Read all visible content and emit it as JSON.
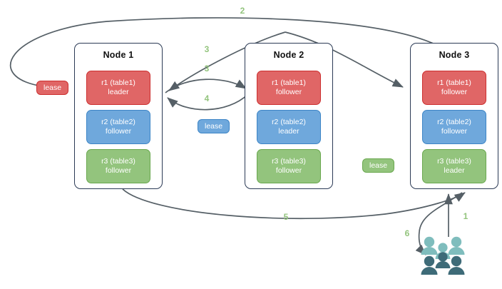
{
  "diagram": {
    "title": "Distributed database nodes with range leases and client request flow",
    "colors": {
      "accent_red": "#e06666",
      "accent_blue": "#6fa8dc",
      "accent_green": "#93c47d",
      "node_border": "#2b3a55",
      "arrow": "#555f66",
      "step_label": "#93c47d",
      "users_light": "#7fbdbd",
      "users_dark": "#3e6b78"
    },
    "nodes": [
      {
        "name": "node-1",
        "title": "Node 1",
        "replicas": [
          {
            "name": "r1",
            "line1": "r1 (table1)",
            "line2": "leader",
            "color": "red"
          },
          {
            "name": "r2",
            "line1": "r2 (table2)",
            "line2": "follower",
            "color": "blue"
          },
          {
            "name": "r3",
            "line1": "r3 (table3)",
            "line2": "follower",
            "color": "green"
          }
        ]
      },
      {
        "name": "node-2",
        "title": "Node 2",
        "replicas": [
          {
            "name": "r1",
            "line1": "r1 (table1)",
            "line2": "follower",
            "color": "red"
          },
          {
            "name": "r2",
            "line1": "r2 (table2)",
            "line2": "leader",
            "color": "blue"
          },
          {
            "name": "r3",
            "line1": "r3 (table3)",
            "line2": "follower",
            "color": "green"
          }
        ]
      },
      {
        "name": "node-3",
        "title": "Node 3",
        "replicas": [
          {
            "name": "r1",
            "line1": "r1 (table1)",
            "line2": "follower",
            "color": "red"
          },
          {
            "name": "r2",
            "line1": "r2 (table2)",
            "line2": "follower",
            "color": "blue"
          },
          {
            "name": "r3",
            "line1": "r3 (table3)",
            "line2": "leader",
            "color": "green"
          }
        ]
      }
    ],
    "leases": [
      {
        "name": "lease-table1",
        "label": "lease",
        "color": "red"
      },
      {
        "name": "lease-table2",
        "label": "lease",
        "color": "blue"
      },
      {
        "name": "lease-table3",
        "label": "lease",
        "color": "green"
      }
    ],
    "steps": [
      {
        "id": "1",
        "label": "1"
      },
      {
        "id": "2",
        "label": "2"
      },
      {
        "id": "3a",
        "label": "3"
      },
      {
        "id": "3b",
        "label": "3"
      },
      {
        "id": "4",
        "label": "4"
      },
      {
        "id": "5",
        "label": "5"
      },
      {
        "id": "6",
        "label": "6"
      }
    ],
    "client": {
      "name": "users",
      "icon": "users-icon"
    }
  }
}
